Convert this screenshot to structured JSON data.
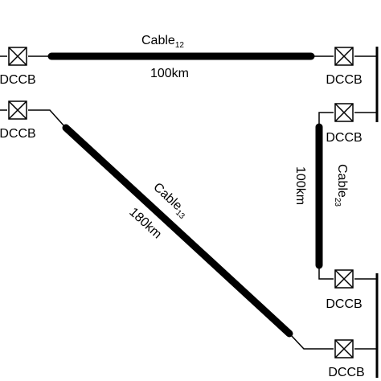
{
  "cables": {
    "c12": {
      "name": "Cable",
      "index": "12",
      "length": "100km"
    },
    "c13": {
      "name": "Cable",
      "index": "13",
      "length": "180km"
    },
    "c23": {
      "name": "Cable",
      "index": "23",
      "length": "100km"
    }
  },
  "breakers": {
    "label": "DCCB"
  },
  "colors": {
    "line": "#000000",
    "background": "#ffffff"
  }
}
